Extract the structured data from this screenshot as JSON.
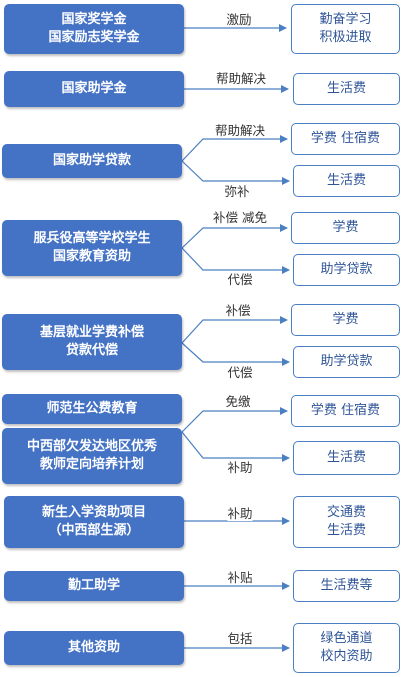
{
  "left_nodes": {
    "national_scholarship": [
      "国家奖学金",
      "国家励志奖学金"
    ],
    "national_grant": [
      "国家助学金"
    ],
    "national_loan": [
      "国家助学贷款"
    ],
    "military_aid": [
      "服兵役高等学校学生",
      "国家教育资助"
    ],
    "grassroots_comp": [
      "基层就业学费补偿",
      "贷款代偿"
    ],
    "normal_edu": [
      "师范生公费教育"
    ],
    "midwest_teacher": [
      "中西部欠发达地区优秀",
      "教师定向培养计划"
    ],
    "freshman_aid": [
      "新生入学资助项目",
      "（中西部生源）"
    ],
    "work_study": [
      "勤工助学"
    ],
    "other_aid": [
      "其他资助"
    ]
  },
  "right_nodes": {
    "r1": [
      "勤奋学习",
      "积极进取"
    ],
    "r2": [
      "生活费"
    ],
    "r3": [
      "学费  住宿费"
    ],
    "r4": [
      "生活费"
    ],
    "r5": [
      "学费"
    ],
    "r6": [
      "助学贷款"
    ],
    "r7": [
      "学费"
    ],
    "r8": [
      "助学贷款"
    ],
    "r9": [
      "学费  住宿费"
    ],
    "r10": [
      "生活费"
    ],
    "r11": [
      "交通费",
      "生活费"
    ],
    "r12": [
      "生活费等"
    ],
    "r13": [
      "绿色通道",
      "校内资助"
    ]
  },
  "edge_labels": {
    "e1": "激励",
    "e2": "帮助解决",
    "e3": "帮助解决",
    "e4": "弥补",
    "e5": "补偿  减免",
    "e6": "代偿",
    "e7": "补偿",
    "e8": "代偿",
    "e9": "免缴",
    "e10": "补助",
    "e11": "补助",
    "e12": "补贴",
    "e13": "包括"
  },
  "colors": {
    "left_fill": "#4472c4",
    "right_border": "#4a7fc1",
    "right_text": "#2f5597",
    "connector": "#4a7fc1"
  }
}
